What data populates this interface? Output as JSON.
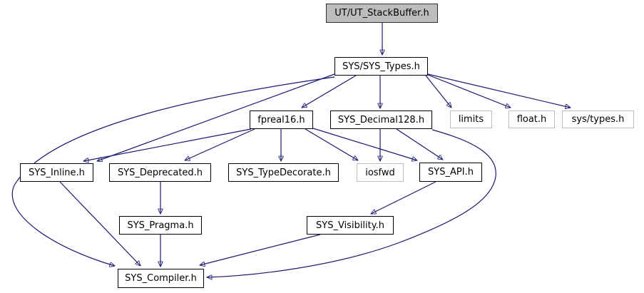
{
  "diagram": {
    "type": "include-dependency-graph",
    "root_file": "UT/UT_StackBuffer.h",
    "edge_color": "#191970",
    "root_fill_color": "#bdbdbd",
    "internal_border_color": "#000000",
    "external_border_color": "#bebebe",
    "nodes": [
      {
        "id": "stackbuffer",
        "label": "UT/UT_StackBuffer.h",
        "kind": "root"
      },
      {
        "id": "types",
        "label": "SYS/SYS_Types.h",
        "kind": "internal"
      },
      {
        "id": "fpreal16",
        "label": "fpreal16.h",
        "kind": "internal"
      },
      {
        "id": "decimal128",
        "label": "SYS_Decimal128.h",
        "kind": "internal"
      },
      {
        "id": "limits",
        "label": "limits",
        "kind": "external"
      },
      {
        "id": "floath",
        "label": "float.h",
        "kind": "external"
      },
      {
        "id": "systypes",
        "label": "sys/types.h",
        "kind": "external"
      },
      {
        "id": "inline",
        "label": "SYS_Inline.h",
        "kind": "internal"
      },
      {
        "id": "deprecated",
        "label": "SYS_Deprecated.h",
        "kind": "internal"
      },
      {
        "id": "typedecorate",
        "label": "SYS_TypeDecorate.h",
        "kind": "internal"
      },
      {
        "id": "iosfwd",
        "label": "iosfwd",
        "kind": "external"
      },
      {
        "id": "api",
        "label": "SYS_API.h",
        "kind": "internal"
      },
      {
        "id": "pragma",
        "label": "SYS_Pragma.h",
        "kind": "internal"
      },
      {
        "id": "visibility",
        "label": "SYS_Visibility.h",
        "kind": "internal"
      },
      {
        "id": "compiler",
        "label": "SYS_Compiler.h",
        "kind": "internal"
      }
    ],
    "edges": [
      {
        "from": "stackbuffer",
        "to": "types"
      },
      {
        "from": "types",
        "to": "fpreal16"
      },
      {
        "from": "types",
        "to": "decimal128"
      },
      {
        "from": "types",
        "to": "limits"
      },
      {
        "from": "types",
        "to": "floath"
      },
      {
        "from": "types",
        "to": "systypes"
      },
      {
        "from": "types",
        "to": "inline"
      },
      {
        "from": "types",
        "to": "compiler"
      },
      {
        "from": "fpreal16",
        "to": "inline"
      },
      {
        "from": "fpreal16",
        "to": "deprecated"
      },
      {
        "from": "fpreal16",
        "to": "typedecorate"
      },
      {
        "from": "fpreal16",
        "to": "iosfwd"
      },
      {
        "from": "fpreal16",
        "to": "api"
      },
      {
        "from": "decimal128",
        "to": "iosfwd"
      },
      {
        "from": "decimal128",
        "to": "api"
      },
      {
        "from": "decimal128",
        "to": "compiler"
      },
      {
        "from": "deprecated",
        "to": "pragma"
      },
      {
        "from": "pragma",
        "to": "compiler"
      },
      {
        "from": "inline",
        "to": "compiler"
      },
      {
        "from": "api",
        "to": "visibility"
      },
      {
        "from": "visibility",
        "to": "compiler"
      }
    ]
  }
}
